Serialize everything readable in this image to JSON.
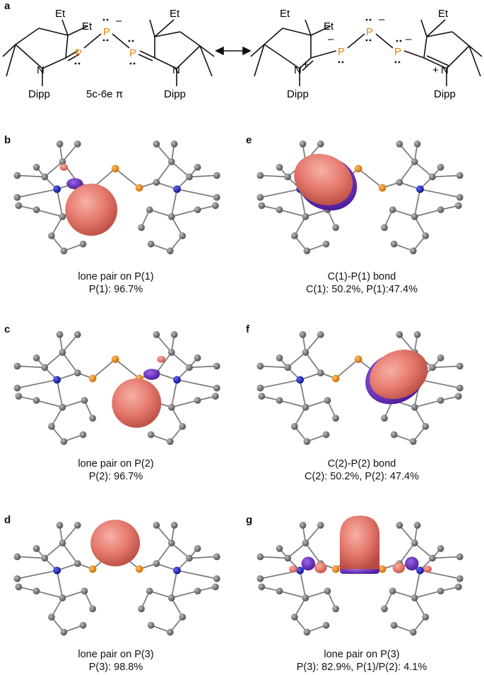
{
  "panels": {
    "a": "a",
    "b": "b",
    "c": "c",
    "d": "d",
    "e": "e",
    "f": "f",
    "g": "g"
  },
  "scheme": {
    "left": {
      "et1": "Et",
      "et2": "Et",
      "et3": "Et",
      "p_left": "P",
      "p_mid": "P",
      "p_right": "P",
      "n_left": "N",
      "n_right": "N",
      "dipp_left": "Dipp",
      "dipp_right": "Dipp",
      "mid_charge": "–",
      "label": "5c-6e π"
    },
    "right": {
      "et1": "Et",
      "et2": "Et",
      "et3": "Et",
      "p_left": "P",
      "p_mid": "P",
      "p_right": "P",
      "n_left": "N",
      "n_right": "N",
      "dipp_left": "Dipp",
      "dipp_right": "Dipp",
      "charge_minus": "–",
      "charge_plus": "+"
    }
  },
  "captions": {
    "b": {
      "line1": "lone pair on P(1)",
      "line2": "P(1): 96.7%"
    },
    "e": {
      "line1": "C(1)-P(1) bond",
      "line2": "C(1): 50.2%, P(1):47.4%"
    },
    "c": {
      "line1": "lone pair on P(2)",
      "line2": "P(2): 96.7%"
    },
    "f": {
      "line1": "C(2)-P(2) bond",
      "line2": "C(2): 50.2%, P(2): 47.4%"
    },
    "d": {
      "line1": "lone pair on P(3)",
      "line2": "P(3): 98.8%"
    },
    "g": {
      "line1": "lone pair on P(3)",
      "line2": "P(3): 82.9%, P(1)/P(2): 4.1%"
    }
  },
  "colors": {
    "phosphorus": "#e8820c",
    "nitrogen": "#1b1fb8",
    "carbon": "#707070",
    "orbital_positive": "#e5786c",
    "orbital_negative": "#6a2bc4"
  }
}
